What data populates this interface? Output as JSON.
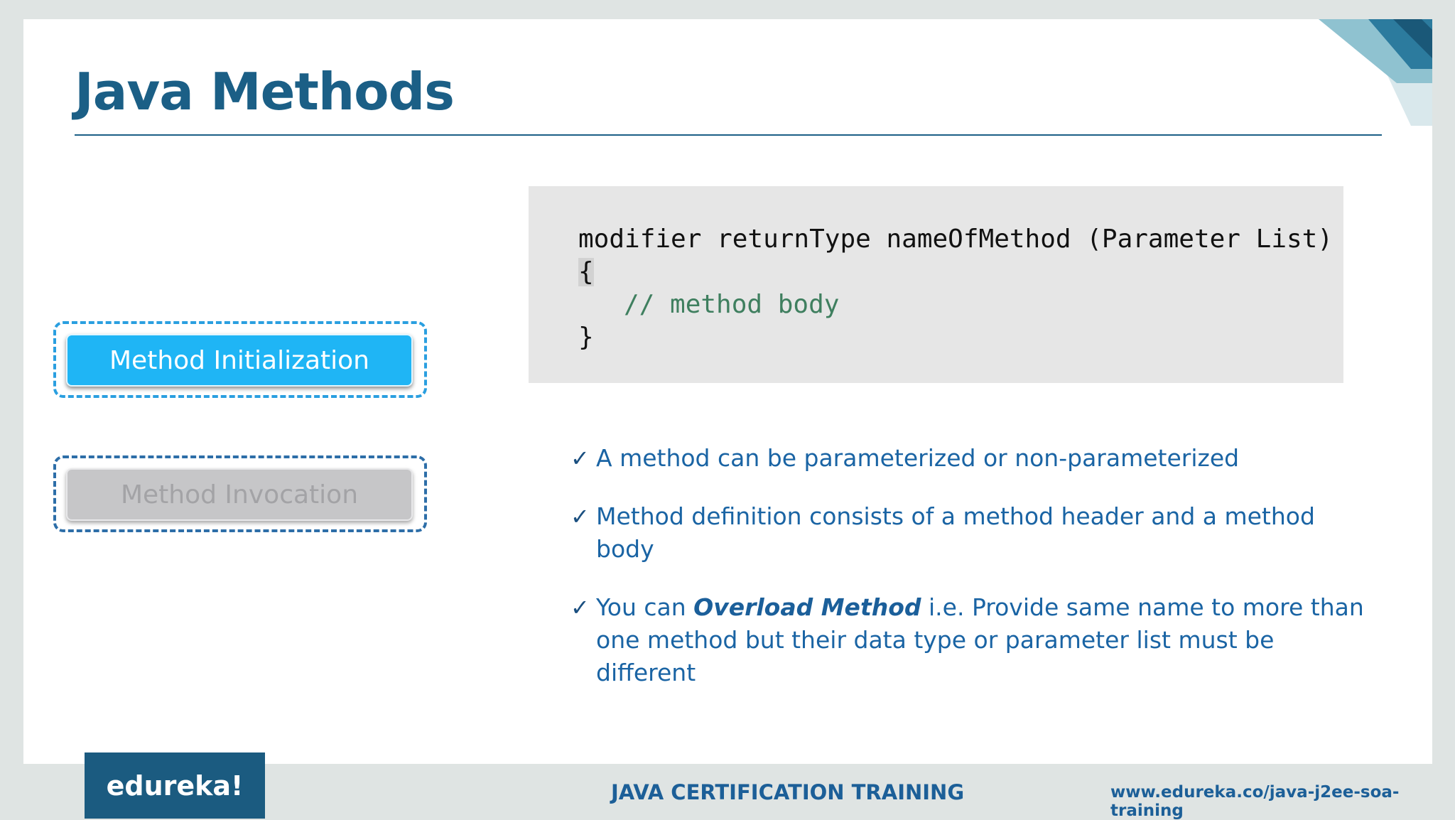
{
  "slide": {
    "title": "Java Methods",
    "buttons": {
      "init_label": "Method Initialization",
      "invoke_label": "Method Invocation"
    },
    "code": {
      "signature": "modifier returnType nameOfMethod (Parameter List)",
      "open_brace": "{",
      "comment": "// method body",
      "close_brace": "}"
    },
    "bullets": {
      "check_glyph": "✓",
      "b1": "A method can be parameterized or non-parameterized",
      "b2": "Method definition consists of a method header and a method body",
      "b3_prefix": "You can ",
      "b3_emph": "Overload Method",
      "b3_suffix": " i.e. Provide same name to more than one method but their data type or parameter list must be different"
    }
  },
  "footer": {
    "logo": "edureka!",
    "course": "JAVA CERTIFICATION TRAINING",
    "url": "www.edureka.co/java-j2ee-soa-training"
  },
  "colors": {
    "title": "#1b5f86",
    "active_button": "#1fb5f5",
    "inactive_button": "#c6c6c8",
    "bullet_text": "#1a64a4",
    "code_comment": "#3f7f5f",
    "logo_bg": "#1b5b80"
  }
}
